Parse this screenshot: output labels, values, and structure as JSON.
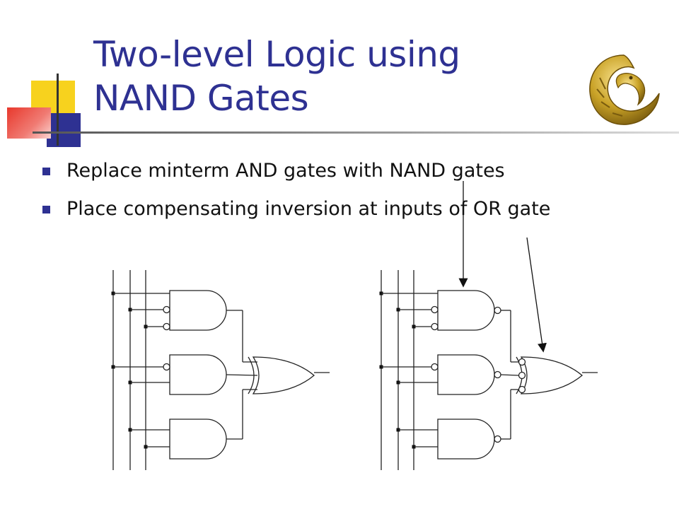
{
  "slide": {
    "title_line1": "Two-level Logic using",
    "title_line2": "NAND Gates",
    "bullets": [
      "Replace minterm AND gates with NAND gates",
      "Place compensating inversion at inputs of OR gate"
    ]
  },
  "colors": {
    "title": "#2e3192",
    "bullet": "#2e3192",
    "deco_yellow": "#f7d21e",
    "deco_red": "#e8382c",
    "deco_blue": "#2e3192",
    "logo_gold": "#c9a227"
  },
  "icons": {
    "logo": "ucf-pegasus-logo"
  },
  "diagrams": [
    {
      "name": "and-or-circuit",
      "gate_kind": "AND",
      "output_bubbles": false,
      "or_input_bubbles": false
    },
    {
      "name": "nand-or-circuit",
      "gate_kind": "NAND",
      "output_bubbles": true,
      "or_input_bubbles": true
    }
  ]
}
